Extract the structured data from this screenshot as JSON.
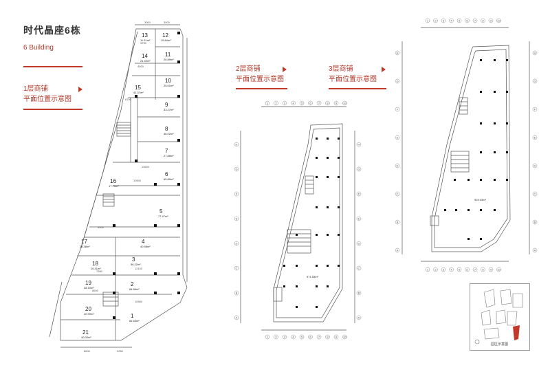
{
  "header": {
    "title": "时代晶座6栋",
    "subtitle": "6 Building"
  },
  "captions": {
    "floor1": [
      "1层商铺",
      "平面位置示意图"
    ],
    "floor2": [
      "2层商铺",
      "平面位置示意图"
    ],
    "floor3": [
      "3层商铺",
      "平面位置示意图"
    ]
  },
  "floor1_units": [
    {
      "no": "13",
      "area": "11.51m²"
    },
    {
      "no": "12",
      "area": "15.84m²"
    },
    {
      "no": "14",
      "area": "21.92m²"
    },
    {
      "no": "11",
      "area": "26.89m²"
    },
    {
      "no": "10",
      "area": "25.01m²"
    },
    {
      "no": "15",
      "area": "41.37m²"
    },
    {
      "no": "9",
      "area": "33.27m²"
    },
    {
      "no": "8",
      "area": "46.02m²"
    },
    {
      "no": "7",
      "area": "27.88m²"
    },
    {
      "no": "16",
      "area": "17.79m²"
    },
    {
      "no": "6",
      "area": "65.89m²"
    },
    {
      "no": "5",
      "area": "77.47m²"
    },
    {
      "no": "17",
      "area": "26.38m²"
    },
    {
      "no": "4",
      "area": "40.98m²"
    },
    {
      "no": "18",
      "area": "26.31m²"
    },
    {
      "no": "3",
      "area": "56.22m²"
    },
    {
      "no": "19",
      "area": "38.10m²"
    },
    {
      "no": "2",
      "area": "64.89m²"
    },
    {
      "no": "20",
      "area": "40.99m²"
    },
    {
      "no": "1",
      "area": "81.63m²"
    },
    {
      "no": "21",
      "area": "40.00m²"
    }
  ],
  "floor1_dims": {
    "top": [
      "3000",
      "3000"
    ],
    "d3750": "3750",
    "d4500": "4500",
    "d6700": "6700",
    "d11650": "11650",
    "d10500": "10500",
    "d12100": "12100",
    "d7580": "7580",
    "d5900": "5900",
    "d8600": "8600",
    "d10560": "10560",
    "bottom": [
      "8600",
      "2260"
    ]
  },
  "floor2_area": "971.53m²",
  "floor3_area": "919.03m²",
  "axis_numbers": [
    "1",
    "2",
    "3",
    "4",
    "5",
    "6",
    "7",
    "8",
    "9",
    "10"
  ],
  "axis_letters": [
    "A",
    "B",
    "C",
    "D",
    "E",
    "F",
    "G",
    "H"
  ],
  "keymap": {
    "label": "园区示意图"
  }
}
